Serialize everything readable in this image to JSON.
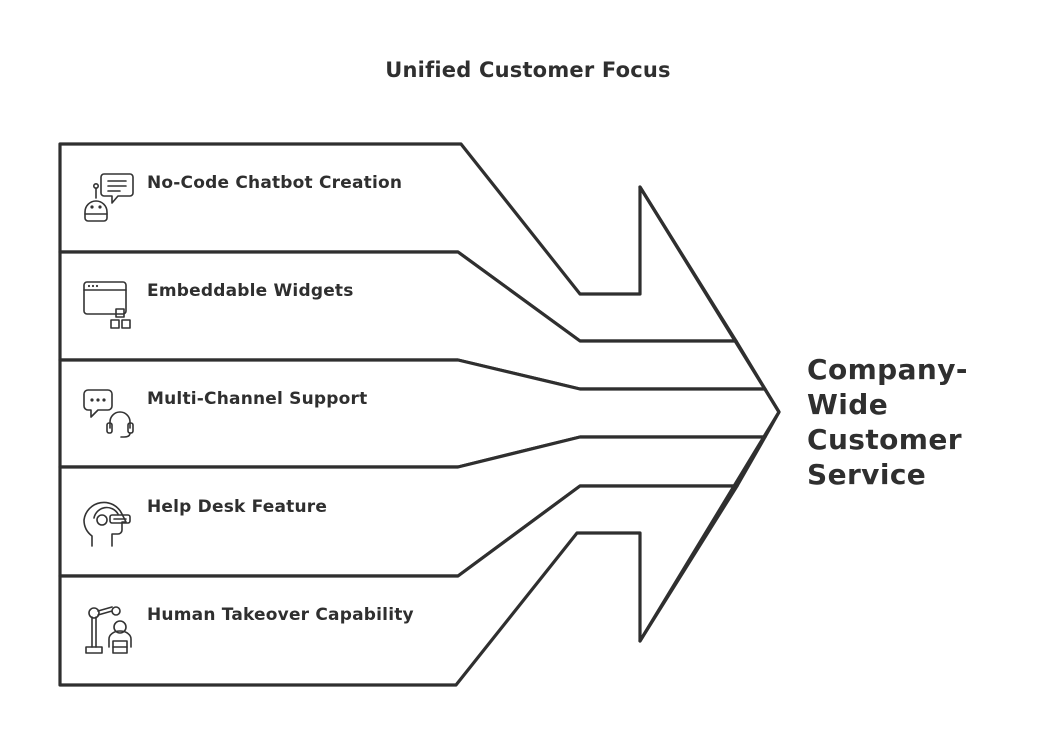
{
  "title": "Unified Customer Focus",
  "features": [
    {
      "label": "No-Code Chatbot Creation",
      "icon": "chatbot-icon"
    },
    {
      "label": "Embeddable Widgets",
      "icon": "widget-icon"
    },
    {
      "label": "Multi-Channel Support",
      "icon": "chat-support-icon"
    },
    {
      "label": "Help Desk Feature",
      "icon": "helpdesk-headset-icon"
    },
    {
      "label": "Human Takeover Capability",
      "icon": "robot-arm-human-icon"
    }
  ],
  "target": {
    "lines": [
      "Company-",
      "Wide",
      "Customer",
      "Service"
    ]
  },
  "colors": {
    "stroke": "#2f2f2f",
    "background": "#ffffff"
  }
}
